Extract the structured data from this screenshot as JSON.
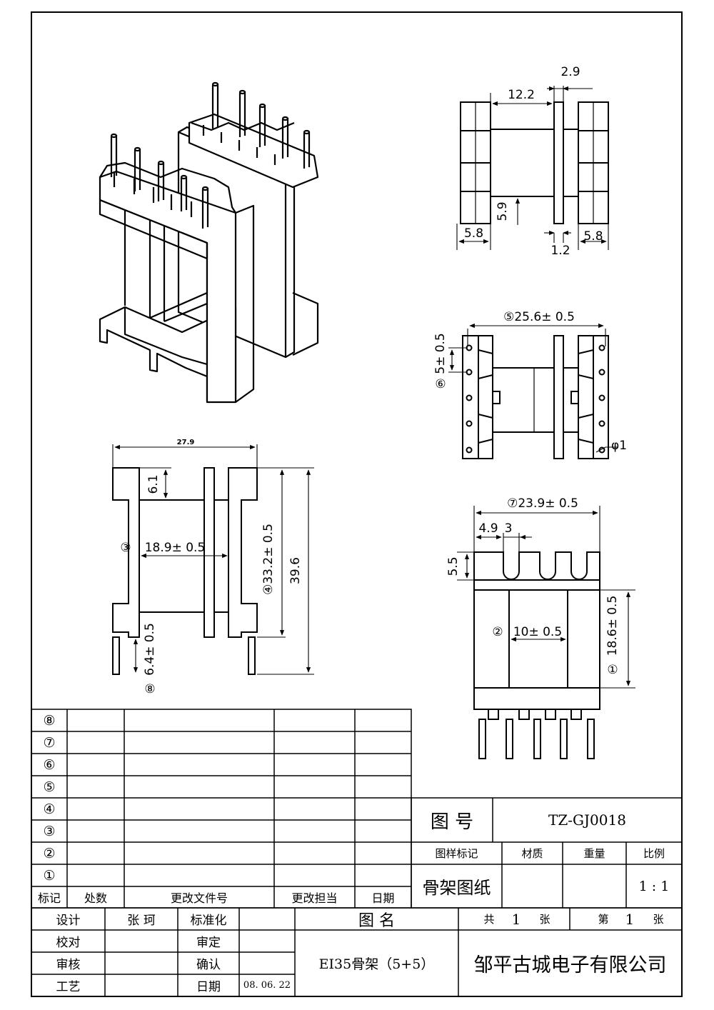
{
  "dimensions": {
    "top_view": {
      "d_2_9": "2.9",
      "d_12_2": "12.2",
      "d_5_9": "5.9",
      "d_5_8_left": "5.8",
      "d_1_2": "1.2",
      "d_5_8_right": "5.8"
    },
    "pin_view": {
      "d_25_6": "⑤25.6± 0.5",
      "d_5": "5± 0.5",
      "marker_6": "⑥",
      "d_phi1": "φ1"
    },
    "side_view": {
      "d_27_9": "27.9",
      "d_6_1": "6.1",
      "d_18_9": "18.9± 0.5",
      "marker_3": "③",
      "d_33_2": "④33.2± 0.5",
      "d_39_6": "39.6",
      "d_6_4": "6.4± 0.5",
      "marker_8": "⑧"
    },
    "front_view": {
      "d_23_9": "⑦23.9± 0.5",
      "d_4_9": "4.9",
      "d_3": "3",
      "d_5_5": "5.5",
      "d_10": "10± 0.5",
      "marker_2": "②",
      "d_18_6": "18.6± 0.5",
      "marker_1": "①"
    }
  },
  "revision_table": {
    "markers": [
      "⑧",
      "⑦",
      "⑥",
      "⑤",
      "④",
      "③",
      "②",
      "①"
    ],
    "headers": {
      "mark": "标记",
      "count": "处数",
      "doc_no": "更改文件号",
      "signer": "更改担当",
      "date": "日期"
    }
  },
  "title_block": {
    "drawing_no_label": "图  号",
    "drawing_no": "TZ-GJ0018",
    "sample_mark_label": "图样标记",
    "material_label": "材质",
    "weight_label": "重量",
    "scale_label": "比例",
    "drawing_type": "骨架图纸",
    "scale": "1 : 1",
    "designer_label": "设计",
    "designer": "张  珂",
    "standardization_label": "标准化",
    "name_label": "图  名",
    "total_label": "共",
    "total_value": "1",
    "sheet_unit": "张",
    "sheet_label": "第",
    "sheet_value": "1",
    "checker_label": "校对",
    "review_label": "审定",
    "auditor_label": "审核",
    "confirm_label": "确认",
    "process_label": "工艺",
    "date_label": "日期",
    "date": "08. 06. 22",
    "part_name": "EI35骨架（5+5）",
    "company": "邹平古城电子有限公司"
  }
}
